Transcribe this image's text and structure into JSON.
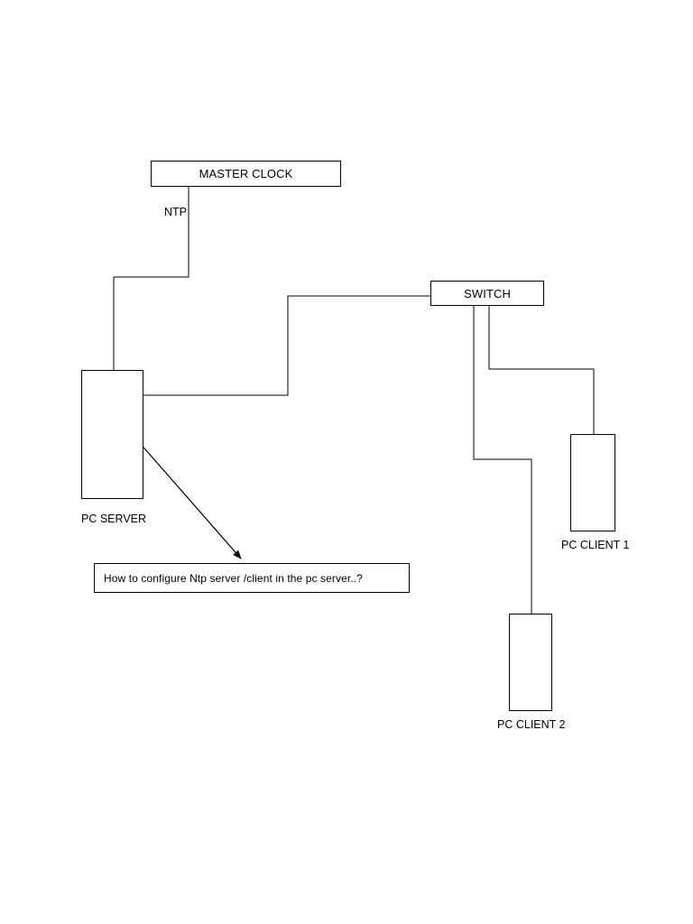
{
  "diagram": {
    "nodes": {
      "master_clock": "MASTER CLOCK",
      "switch": "SWITCH",
      "pc_server": "PC SERVER",
      "pc_client_1": "PC CLIENT 1",
      "pc_client_2": "PC CLIENT 2"
    },
    "edge_labels": {
      "master_clock_to_server": "NTP"
    },
    "annotation": {
      "text": "How to configure Ntp server /client in the pc server..?"
    },
    "connections": [
      {
        "from": "master_clock",
        "to": "pc_server",
        "label": "NTP"
      },
      {
        "from": "pc_server",
        "to": "switch"
      },
      {
        "from": "switch",
        "to": "pc_client_1"
      },
      {
        "from": "switch",
        "to": "pc_client_2"
      }
    ],
    "line_color": "#000000"
  }
}
